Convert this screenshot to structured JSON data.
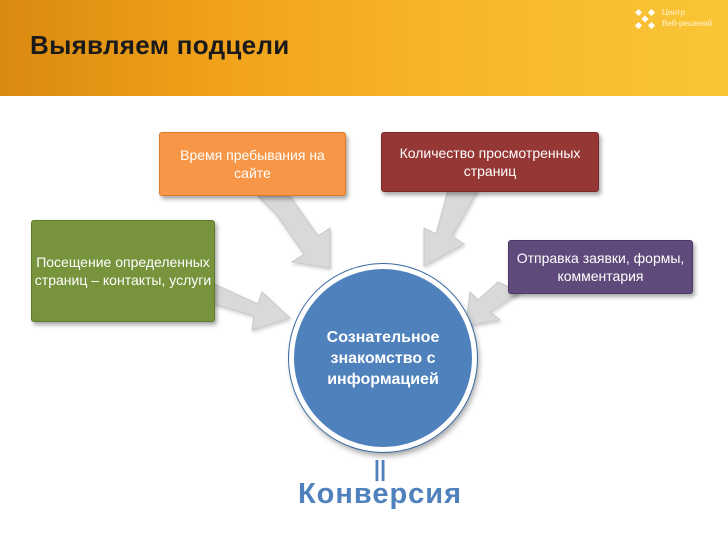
{
  "header": {
    "title": "Выявляем подцели",
    "logo_line1": "Центр",
    "logo_line2": "Веб-решений"
  },
  "diagram": {
    "nodes": {
      "time_on_site": "Время пребывания на сайте",
      "pages_viewed": "Количество просмотренных страниц",
      "specific_pages": "Посещение определенных страниц – контакты, услуги",
      "submission": "Отправка заявки, формы, комментария",
      "center": "Сознательное знакомство с информацией"
    },
    "equals_sign": "||",
    "result": "Конверсия"
  },
  "colors": {
    "header_from": "#d98a10",
    "header_to": "#f9c536",
    "orange": "#f79646",
    "red": "#953735",
    "green": "#77933c",
    "purple": "#604a7b",
    "center": "#4f81bd",
    "arrow": "#d9d9d9"
  }
}
